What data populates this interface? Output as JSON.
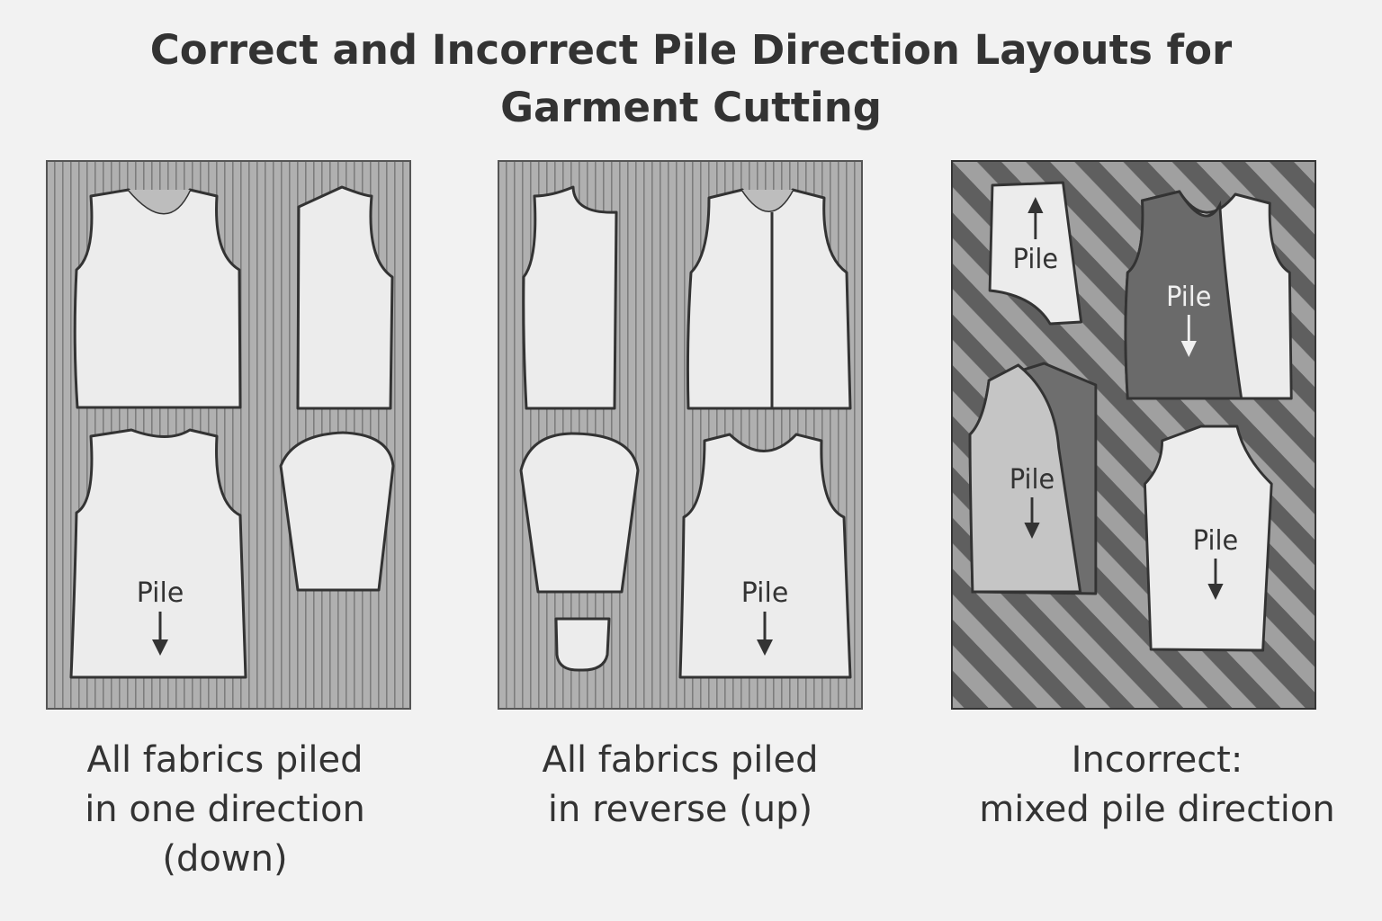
{
  "title": {
    "line1": "Correct and Incorrect Pile Direction Layouts for",
    "line2": "Garment Cutting"
  },
  "panels": [
    {
      "caption": [
        "All fabrics piled",
        "in one direction",
        "(down)"
      ],
      "pile_labels": [
        "Pile"
      ],
      "fabric_pattern": "vertical-stripes"
    },
    {
      "caption": [
        "All fabrics piled",
        "in reverse (up)"
      ],
      "pile_labels": [
        "Pile"
      ],
      "fabric_pattern": "vertical-stripes"
    },
    {
      "caption": [
        "Incorrect:",
        "mixed pile direction"
      ],
      "pile_labels": [
        "Pile",
        "Pile",
        "Pile",
        "Pile"
      ],
      "fabric_pattern": "diagonal-stripes"
    }
  ],
  "colors": {
    "background": "#f2f2f2",
    "fabric_light": "#a9a9a9",
    "fabric_dark": "#5f5f5f",
    "piece_fill": "#ececec",
    "outline": "#333333"
  }
}
